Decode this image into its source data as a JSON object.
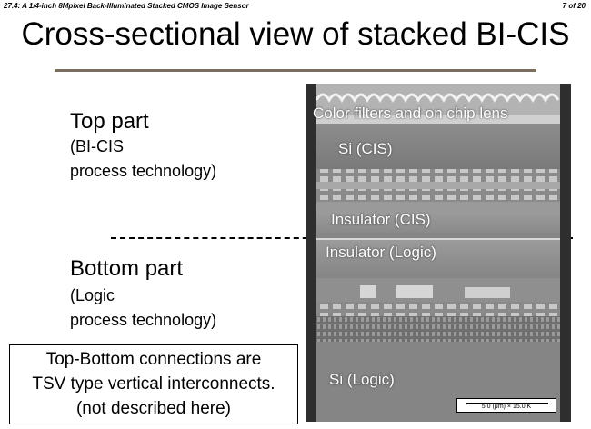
{
  "header": {
    "paper_title": "27.4: A 1/4-inch 8Mpixel Back-Illuminated Stacked CMOS Image Sensor",
    "page": "7 of 20"
  },
  "title": "Cross-sectional view of stacked BI-CIS",
  "top_part": {
    "heading": "Top part",
    "lines": [
      "(BI-CIS",
      "process technology)"
    ]
  },
  "bottom_part": {
    "heading": "Bottom part",
    "lines": [
      "(Logic",
      "process technology)"
    ]
  },
  "note": {
    "lines": [
      "Top-Bottom connections are",
      "TSV type vertical interconnects.",
      "(not described here)"
    ]
  },
  "sem_image": {
    "labels": {
      "color_filters": "Color filters and on chip lens",
      "si_cis": "Si (CIS)",
      "insulator_cis": "Insulator (CIS)",
      "insulator_logic": "Insulator (Logic)",
      "si_logic": "Si (Logic)"
    },
    "scale": "5.0 (μm) × 15.0 K"
  }
}
